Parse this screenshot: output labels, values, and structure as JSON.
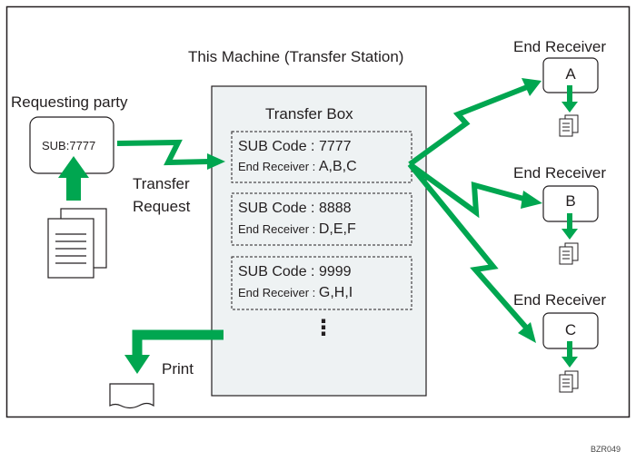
{
  "machine_title": "This Machine (Transfer Station)",
  "transfer_box_title": "Transfer Box",
  "requesting_party": {
    "label": "Requesting party",
    "sub_label": "SUB:7777"
  },
  "transfer_request": {
    "line1": "Transfer",
    "line2": "Request"
  },
  "entries": [
    {
      "code_label": "SUB Code : ",
      "code": "7777",
      "receiver_label": "End Receiver : ",
      "receivers": "A,B,C"
    },
    {
      "code_label": "SUB Code : ",
      "code": "8888",
      "receiver_label": "End Receiver : ",
      "receivers": "D,E,F"
    },
    {
      "code_label": "SUB Code : ",
      "code": "9999",
      "receiver_label": "End Receiver : ",
      "receivers": "G,H,I"
    }
  ],
  "ellipsis": "⋮",
  "print_label": "Print",
  "end_receivers": [
    {
      "label": "End Receiver",
      "letter": "A"
    },
    {
      "label": "End Receiver",
      "letter": "B"
    },
    {
      "label": "End Receiver",
      "letter": "C"
    }
  ],
  "figure_code": "BZR049",
  "colors": {
    "arrow_green": "#00a650",
    "box_fill": "#eef2f3",
    "line": "#231f20"
  }
}
